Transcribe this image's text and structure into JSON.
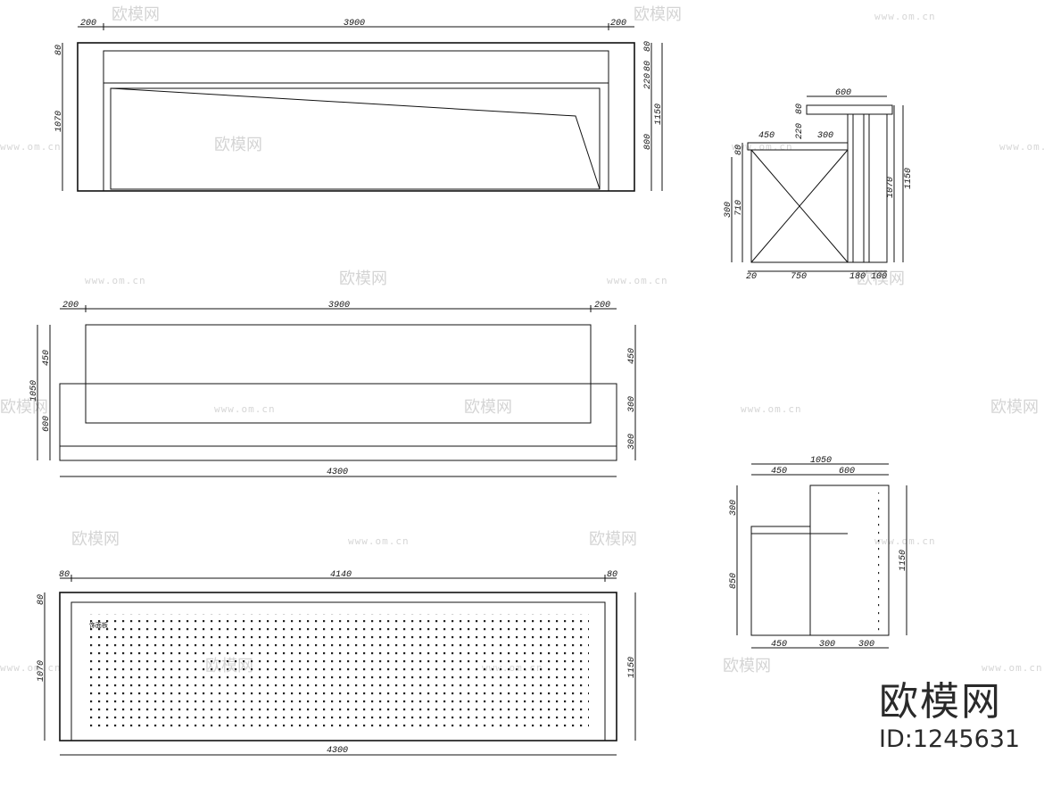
{
  "watermark": {
    "text": "欧模网",
    "url": "www.om.cn"
  },
  "brand": {
    "name": "欧模网",
    "id": "ID:1245631"
  },
  "views": {
    "front_elevation": {
      "dims_top": [
        "200",
        "3900",
        "200"
      ],
      "dims_left": [
        "80",
        "1070"
      ],
      "dims_right": [
        "80",
        "80",
        "220",
        "800",
        "1150"
      ]
    },
    "plan": {
      "dims_top": [
        "200",
        "3900",
        "200"
      ],
      "dims_left": [
        "450",
        "1050",
        "600"
      ],
      "dims_right": [
        "450",
        "300",
        "300"
      ],
      "dims_bottom": [
        "4300"
      ]
    },
    "rear_elevation": {
      "dims_top": [
        "80",
        "4140",
        "80"
      ],
      "dims_left": [
        "80",
        "1070"
      ],
      "dims_right": [
        "1150"
      ],
      "dims_bottom": [
        "4300"
      ],
      "small_label": "饰面板"
    },
    "section": {
      "dims_top": [
        "600",
        "450",
        "300"
      ],
      "dims_left_upper": [
        "220",
        "80",
        "80"
      ],
      "dims_left": [
        "300",
        "710"
      ],
      "dims_right": [
        "1070",
        "1150"
      ],
      "dims_bottom": [
        "20",
        "750",
        "180",
        "100"
      ]
    },
    "side_elevation": {
      "dims_top": [
        "1050",
        "450",
        "600"
      ],
      "dims_left": [
        "300",
        "850"
      ],
      "dims_right": [
        "1150"
      ],
      "dims_bottom": [
        "450",
        "300",
        "300"
      ]
    }
  }
}
